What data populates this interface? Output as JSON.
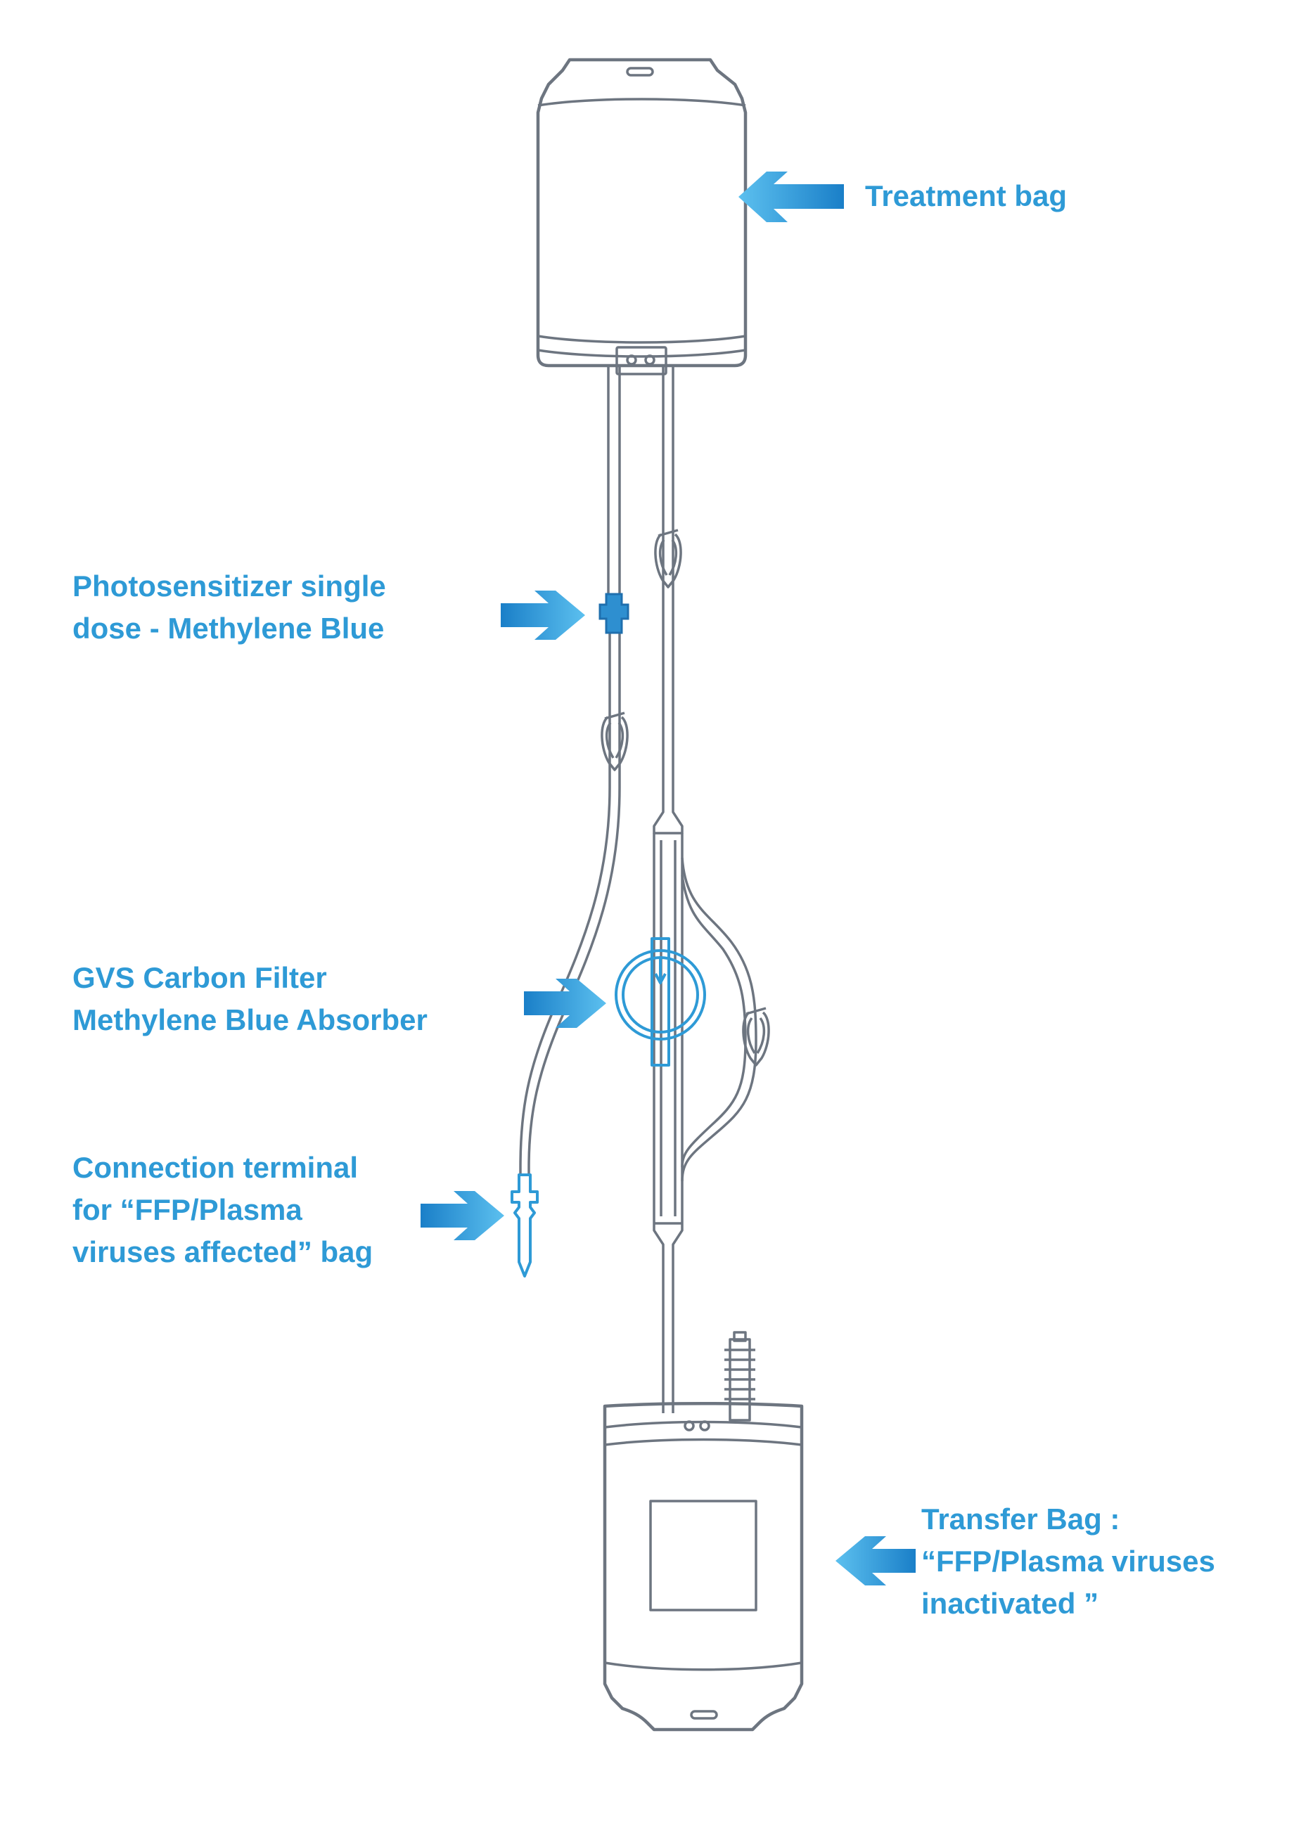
{
  "labels": {
    "treatment_bag": [
      "Treatment bag"
    ],
    "photosensitizer": [
      "Photosensitizer single",
      "dose - Methylene Blue"
    ],
    "carbon_filter": [
      "GVS Carbon Filter",
      "Methylene Blue Absorber"
    ],
    "connection_terminal": [
      "Connection terminal",
      "for  “FFP/Plasma",
      "viruses affected” bag"
    ],
    "transfer_bag": [
      "Transfer Bag :",
      "“FFP/Plasma viruses",
      "inactivated ”"
    ]
  },
  "colors": {
    "accent": "#2e9ad6",
    "outline": "#6d7580",
    "background": "#ffffff"
  },
  "icons": [
    "arrow-icon",
    "clamp-icon",
    "spike-connector-icon",
    "filter-icon",
    "port-icon"
  ]
}
